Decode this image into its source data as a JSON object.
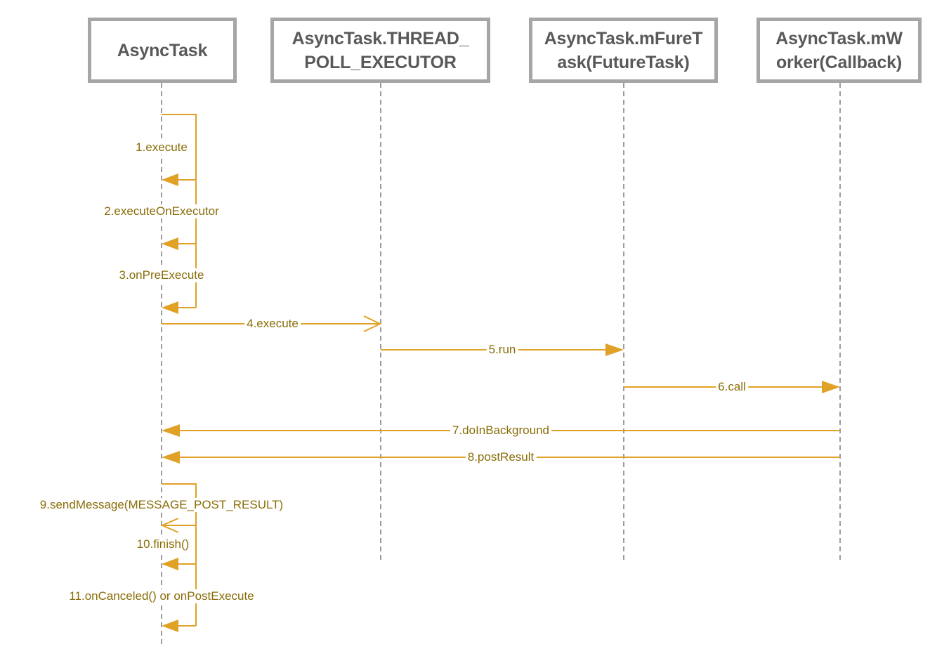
{
  "colors": {
    "arrow": "#E0A226",
    "label": "#8A6D08",
    "boxBorder": "#A6A6A6",
    "boxText": "#595959",
    "lifeline": "#9C9C9C",
    "bg": "#FFFFFF"
  },
  "participants": [
    {
      "id": "asynctask",
      "name": "AsyncTask",
      "lines": [
        "AsyncTask"
      ]
    },
    {
      "id": "thread-poll-executor",
      "name": "AsyncTask.THREAD_POLL_EXECUTOR",
      "lines": [
        "AsyncTask.THREAD_",
        "POLL_EXECUTOR"
      ]
    },
    {
      "id": "mfuretask",
      "name": "AsyncTask.mFureTask(FutureTask)",
      "lines": [
        "AsyncTask.mFureT",
        "ask(FutureTask)"
      ]
    },
    {
      "id": "mworker",
      "name": "AsyncTask.mWorker(Callback)",
      "lines": [
        "AsyncTask.mW",
        "orker(Callback)"
      ]
    }
  ],
  "messages": [
    {
      "label": "1.execute",
      "kind": "self",
      "from": "asynctask",
      "to": "asynctask",
      "arrowhead": "filled"
    },
    {
      "label": "2.executeOnExecutor",
      "kind": "self",
      "from": "asynctask",
      "to": "asynctask",
      "arrowhead": "filled"
    },
    {
      "label": "3.onPreExecute",
      "kind": "self",
      "from": "asynctask",
      "to": "asynctask",
      "arrowhead": "filled"
    },
    {
      "label": "4.execute",
      "kind": "straight",
      "from": "asynctask",
      "to": "thread-poll-executor",
      "arrowhead": "open"
    },
    {
      "label": "5.run",
      "kind": "straight",
      "from": "thread-poll-executor",
      "to": "mfuretask",
      "arrowhead": "filled"
    },
    {
      "label": "6.call",
      "kind": "straight",
      "from": "mfuretask",
      "to": "mworker",
      "arrowhead": "filled"
    },
    {
      "label": "7.doInBackground",
      "kind": "straight",
      "from": "mworker",
      "to": "asynctask",
      "arrowhead": "filled"
    },
    {
      "label": "8.postResult",
      "kind": "straight",
      "from": "mworker",
      "to": "asynctask",
      "arrowhead": "filled"
    },
    {
      "label": "9.sendMessage(MESSAGE_POST_RESULT)",
      "kind": "self",
      "from": "asynctask",
      "to": "asynctask",
      "arrowhead": "open"
    },
    {
      "label": "10.finish()",
      "kind": "self",
      "from": "asynctask",
      "to": "asynctask",
      "arrowhead": "filled"
    },
    {
      "label": "11.onCanceled() or onPostExecute",
      "kind": "self",
      "from": "asynctask",
      "to": "asynctask",
      "arrowhead": "filled"
    }
  ]
}
